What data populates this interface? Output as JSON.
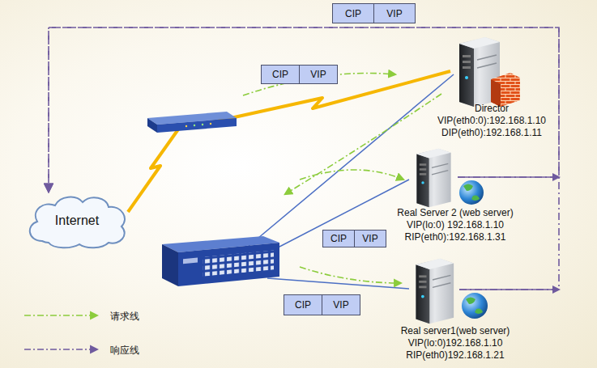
{
  "diagram": {
    "nodes": [
      {
        "text": [
          "CIP"
        ]
      },
      {
        "text": [
          "VIP"
        ]
      },
      {
        "text": [
          "Director",
          "VIP(eth0:0):192.168.1.10",
          "DIP(eth0):192.168.1.11"
        ]
      },
      {
        "text": [
          "CIP"
        ]
      },
      {
        "text": [
          "VIP"
        ]
      },
      {
        "text": [
          "Real Server 2 (web server)",
          "VIP(lo:0) 192.168.1.10",
          "RIP(eth0):192.168.1.31"
        ]
      },
      {
        "text": [
          "Internet"
        ]
      },
      {
        "text": [
          "CIP"
        ]
      },
      {
        "text": [
          "VIP"
        ]
      },
      {
        "text": [
          "Real server1(web server)",
          "VIP(lo:0)192.168.1.10",
          "RIP(eth0)192.168.1.21"
        ]
      },
      {
        "text": [
          "CIP"
        ]
      },
      {
        "text": [
          "VIP"
        ]
      }
    ],
    "edges": [
      {
        "from": 5,
        "to": 6,
        "arrow": "to"
      },
      {
        "from": 9,
        "to": 6,
        "arrow": "to"
      }
    ],
    "legend": [
      {
        "text": "请求线"
      },
      {
        "text": "响应线"
      }
    ]
  }
}
